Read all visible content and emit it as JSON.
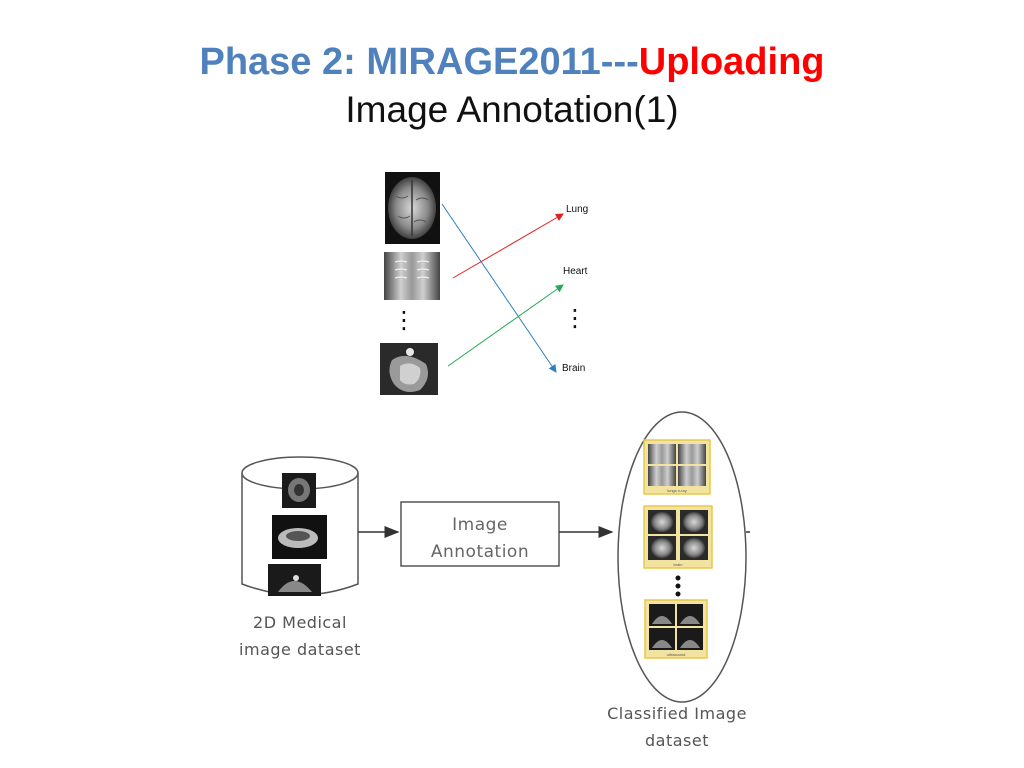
{
  "title": {
    "part1": "Phase 2: MIRAGE2011---",
    "part2": "Uploading",
    "subtitle": "Image Annotation(1)"
  },
  "mapping": {
    "targets": [
      "Lung",
      "Heart",
      "Brain"
    ],
    "ellipsis": "⋮"
  },
  "pipeline": {
    "source_label_line1": "2D Medical",
    "source_label_line2": "image dataset",
    "process_label_line1": "Image",
    "process_label_line2": "Annotation",
    "result_label_line1": "Classified Image",
    "result_label_line2": "dataset",
    "group_captions": [
      "lungs x-ray",
      "brain",
      "ultrasound"
    ]
  },
  "colors": {
    "title_blue": "#4f81bd",
    "title_red": "#ff0000",
    "arrow_blue": "#2e7fc0",
    "arrow_red": "#e02020",
    "arrow_green": "#22aa55",
    "group_frame": "#e8c84a"
  }
}
